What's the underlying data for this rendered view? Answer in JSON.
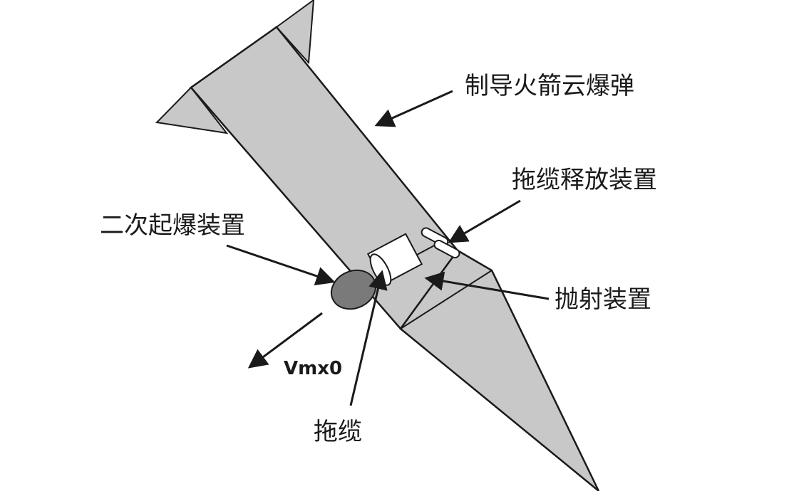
{
  "labels": {
    "rocket": "制导火箭云爆弹",
    "cable_release": "拖缆释放装置",
    "secondary_detonator": "二次起爆装置",
    "ejector": "抛射装置",
    "tow_cable": "拖缆",
    "velocity": "Vmx0"
  },
  "colors": {
    "body_fill": "#c8c8c8",
    "detonator_fill": "#7a7a7a",
    "stroke": "#1a1a1a",
    "background": "#ffffff"
  }
}
